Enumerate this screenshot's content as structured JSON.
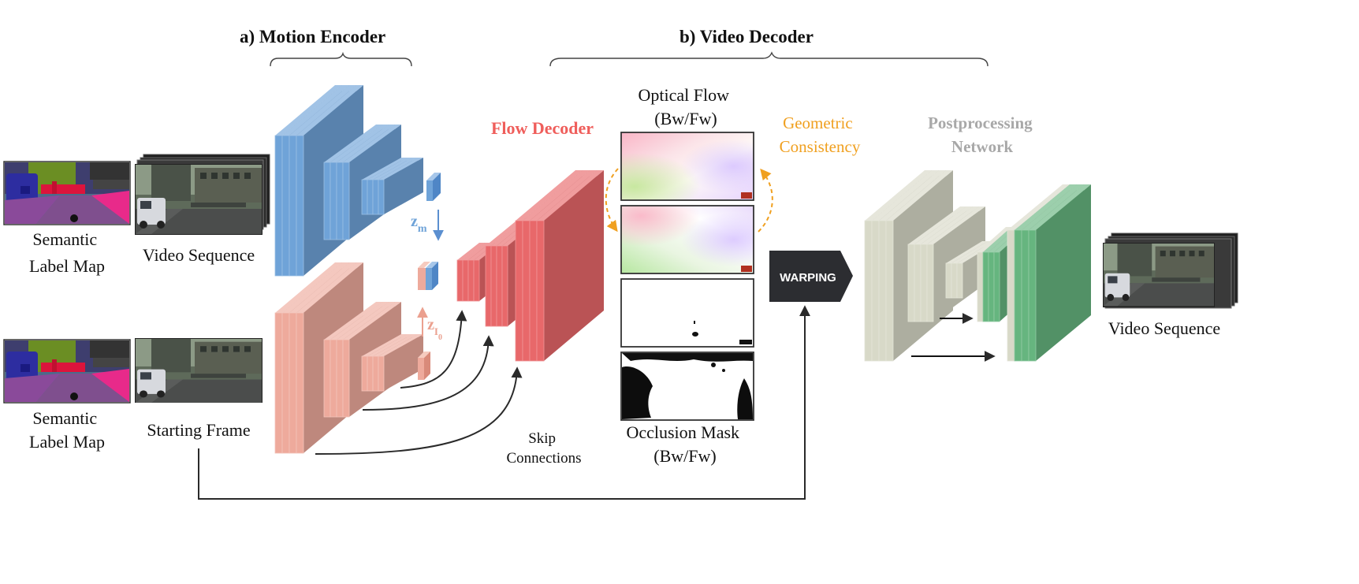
{
  "sections": {
    "motion_encoder": "a)  Motion Encoder",
    "video_decoder": "b)  Video Decoder"
  },
  "inputs": {
    "semantic_top": [
      "Semantic",
      "Label Map"
    ],
    "video_sequence_in": "Video Sequence",
    "semantic_bottom": [
      "Semantic",
      "Label Map"
    ],
    "starting_frame": "Starting Frame"
  },
  "latent": {
    "zm_main": "z",
    "zm_sub": "m",
    "zi_main": "z",
    "zi_sub": "I",
    "zi_subsub": "0"
  },
  "flow_decoder": "Flow Decoder",
  "skip_connections": [
    "Skip",
    "Connections"
  ],
  "optical_flow": [
    "Optical Flow",
    "(Bw/Fw)"
  ],
  "occlusion_mask": [
    "Occlusion Mask",
    "(Bw/Fw)"
  ],
  "geometric_consistency": [
    "Geometric",
    "Consistency"
  ],
  "warping": "WARPING",
  "postprocessing": [
    "Postprocessing",
    "Network"
  ],
  "output": "Video Sequence",
  "colors": {
    "encoder_blue": "#6fa3d8",
    "encoder_pink": "#eeaa9c",
    "flow_red": "#e8686a",
    "flow_text": "#ef5e5b",
    "geo_orange": "#f0a020",
    "post_gray_text": "#a8a8a8",
    "post_block": "#d8d9c8",
    "post_green": "#66b57f",
    "warping_bg": "#2c2d31"
  }
}
